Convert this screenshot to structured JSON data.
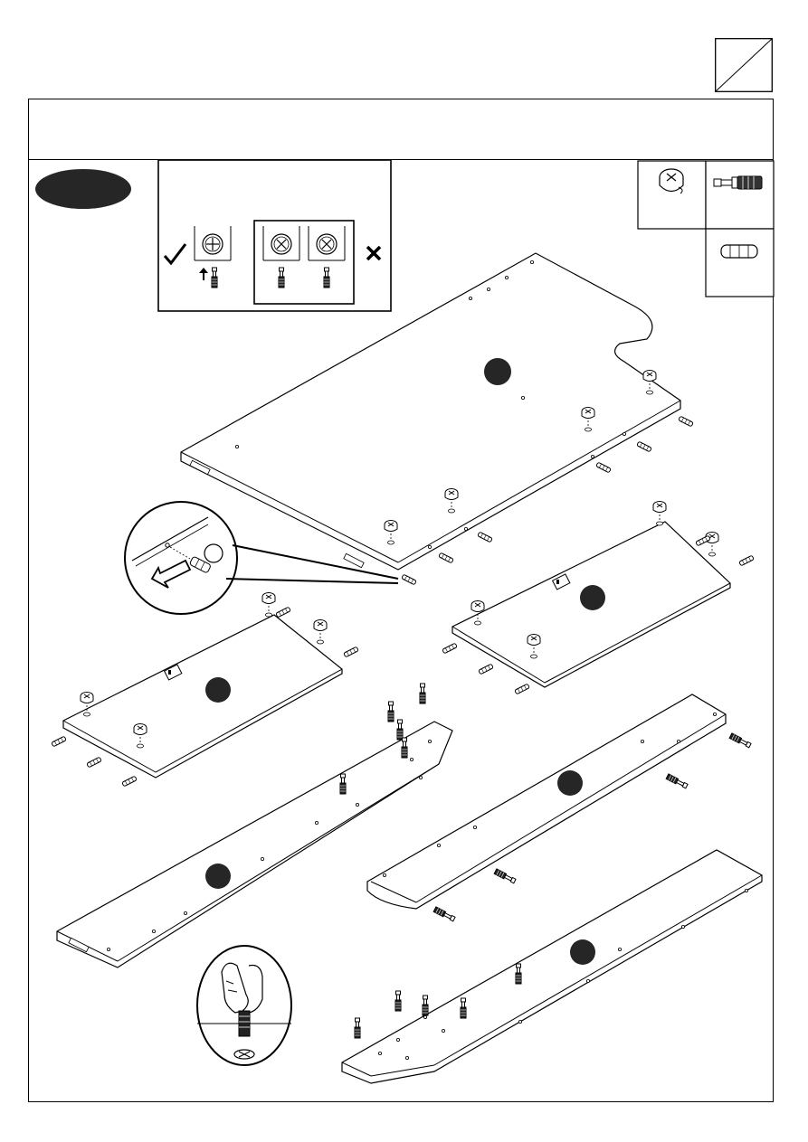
{
  "step_label": "",
  "header_text": "",
  "callouts": {
    "correct_mark": "✓",
    "wrong_mark": "✗"
  },
  "hardware_icons": [
    "cam-lock-icon",
    "cam-bolt-icon",
    "wooden-dowel-icon"
  ],
  "panel_markers": [
    "panel-marker-top",
    "panel-marker-side-right",
    "panel-marker-side-left",
    "panel-marker-front-rail",
    "panel-marker-back-rail",
    "panel-marker-base-rail"
  ],
  "colors": {
    "line": "#000000",
    "fill": "#ffffff",
    "marker": "#262626"
  }
}
